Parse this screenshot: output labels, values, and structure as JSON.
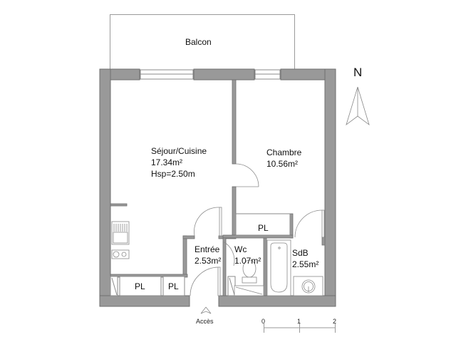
{
  "plan": {
    "north_label": "N",
    "access_label": "Accès",
    "wall_color": "#999999",
    "wall_edge": "#6e6e6e",
    "line_color": "#8a8a8a"
  },
  "rooms": [
    {
      "id": "balcon",
      "name": "Balcon",
      "area": ""
    },
    {
      "id": "sejour",
      "name": "Séjour/Cuisine",
      "area": "17.34m²",
      "height": "Hsp=2.50m"
    },
    {
      "id": "chambre",
      "name": "Chambre",
      "area": "10.56m²"
    },
    {
      "id": "entree",
      "name": "Entrée",
      "area": "2.53m²"
    },
    {
      "id": "wc",
      "name": "Wc",
      "area": "1.07m²"
    },
    {
      "id": "sdb",
      "name": "SdB",
      "area": "2.55m²"
    }
  ],
  "closets": [
    {
      "label": "PL"
    },
    {
      "label": "PL"
    },
    {
      "label": "PL"
    }
  ],
  "scale_bar": {
    "ticks": [
      "0",
      "1",
      "2"
    ]
  }
}
